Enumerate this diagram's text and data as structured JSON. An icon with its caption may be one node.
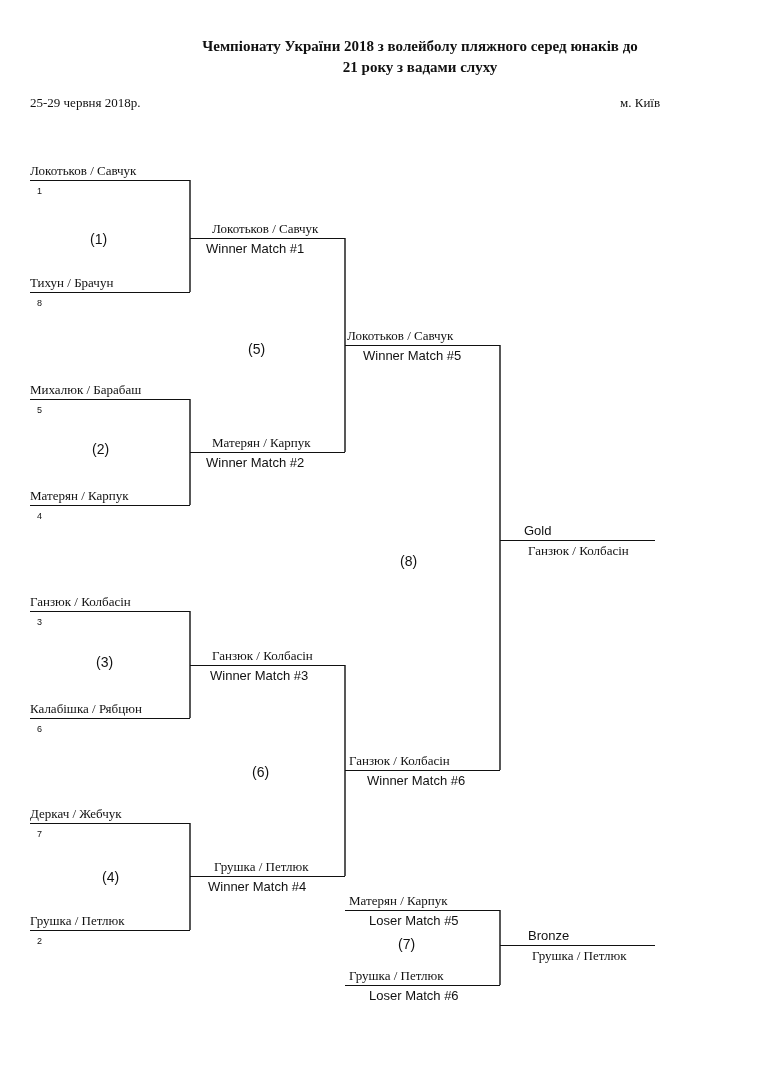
{
  "diagram": {
    "title": "Чемпіонату України 2018 з волейболу пляжного серед юнаків до 21 року з вадами слуху",
    "nodes": [
      {
        "text": [
          "Локотьков / Савчук",
          "1"
        ]
      },
      {
        "text": [
          "Тихун / Брачун",
          "8"
        ]
      },
      {
        "text": [
          "Михалюк / Барабаш",
          "5"
        ]
      },
      {
        "text": [
          "Матерян / Карпук",
          "4"
        ]
      },
      {
        "text": [
          "Ганзюк / Колбасін",
          "3"
        ]
      },
      {
        "text": [
          "Калабішка / Рябцюн",
          "6"
        ]
      },
      {
        "text": [
          "Деркач / Жебчук",
          "7"
        ]
      },
      {
        "text": [
          "Грушка / Петлюк",
          "2"
        ]
      },
      {
        "text": [
          "Локотьков / Савчук",
          "Winner Match #1"
        ]
      },
      {
        "text": [
          "Матерян / Карпук",
          "Winner Match #2"
        ]
      },
      {
        "text": [
          "Ганзюк / Колбасін",
          "Winner Match #3"
        ]
      },
      {
        "text": [
          "Грушка / Петлюк",
          "Winner Match #4"
        ]
      },
      {
        "text": [
          "Локотьков / Савчук",
          "Winner Match #5"
        ]
      },
      {
        "text": [
          "Ганзюк / Колбасін",
          "Winner Match #6"
        ]
      },
      {
        "text": [
          "Gold",
          "Ганзюк / Колбасін"
        ]
      },
      {
        "text": [
          "Матерян / Карпук",
          "Loser Match #5"
        ]
      },
      {
        "text": [
          "Грушка / Петлюк",
          "Loser Match #6"
        ]
      },
      {
        "text": [
          "Bronze",
          "Грушка / Петлюк"
        ]
      }
    ],
    "edges": [
      {
        "from": 0,
        "to": 8,
        "arrow": "none"
      },
      {
        "from": 1,
        "to": 8,
        "arrow": "none"
      },
      {
        "from": 2,
        "to": 9,
        "arrow": "none"
      },
      {
        "from": 3,
        "to": 9,
        "arrow": "none"
      },
      {
        "from": 4,
        "to": 10,
        "arrow": "none"
      },
      {
        "from": 5,
        "to": 10,
        "arrow": "none"
      },
      {
        "from": 6,
        "to": 11,
        "arrow": "none"
      },
      {
        "from": 7,
        "to": 11,
        "arrow": "none"
      },
      {
        "from": 8,
        "to": 12,
        "arrow": "none"
      },
      {
        "from": 9,
        "to": 12,
        "arrow": "none"
      },
      {
        "from": 10,
        "to": 13,
        "arrow": "none"
      },
      {
        "from": 11,
        "to": 13,
        "arrow": "none"
      },
      {
        "from": 12,
        "to": 14,
        "arrow": "none"
      },
      {
        "from": 13,
        "to": 14,
        "arrow": "none"
      },
      {
        "from": 15,
        "to": 17,
        "arrow": "none"
      },
      {
        "from": 16,
        "to": 17,
        "arrow": "none"
      }
    ],
    "labels": [
      "25-29 червня 2018р.",
      "м. Київ",
      "(1)",
      "(5)",
      "(2)",
      "(8)",
      "(3)",
      "(6)",
      "(4)",
      "(7)"
    ]
  }
}
